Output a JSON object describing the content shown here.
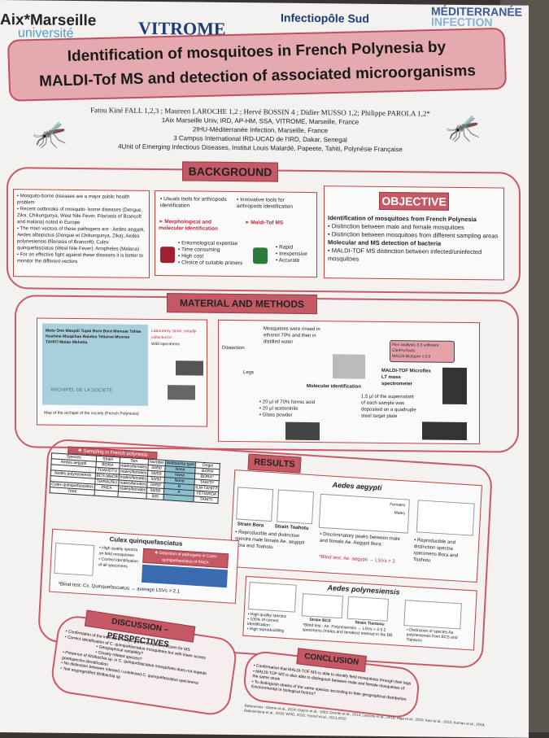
{
  "logos": [
    "Aix*Marseille",
    "université",
    "VITROME",
    "Infectiopôle Sud",
    "MÉDITERRANÉE",
    "INFECTION"
  ],
  "title": [
    "Identification of mosquitoes in French Polynesia by",
    "MALDI-Tof MS and detection of associated microorganisms"
  ],
  "authors": "Fatou Kiné FALL 1,2,3 ; Maureen LAROCHE 1,2 ; Hervé BOSSIN 4 ; Didier MUSSO 1,2; Philippe PAROLA 1,2*",
  "affiliations": [
    "1Aix Marseille Univ, IRD, AP-HM, SSA, VITROME, Marseille, France",
    "2IHU-Méditerranée Infection, Marseille, France",
    "3 Campus International IRD-UCAD de l'IRD, Dakar, Senegal",
    "4Unit of Emerging Infectious Diseases, Institut Louis Malardé, Papeete, Tahiti, Polynésie Française"
  ],
  "background": {
    "header": "BACKGROUND",
    "left": [
      "• Mosquito-borne diseases are a major public health problem",
      "• Recent outbreaks of mosquito- borne diseases (Dengue, Zika, Chikungunya, West Nile Fever, Filariasis of Brancoft and malaria) noted in Europe",
      "• The main vectors of these pathogens are : Aedes aegypti, Aedes albopictus (Dengue et Chikungunya, Zika); Aedes polynesiensis (filariasis of Brancoft); Culex quinquefasciatus (West Nile Fever); Anopheles (Malaria)",
      "• For an effective fight against these diseases it is better to monitor the different vectors"
    ],
    "usual": "• Usuals tools for arthropods identification",
    "innov": "• Innovative tools for arthropods identification",
    "morph": "➢ Morphological and molecular identification",
    "maldi": "➢ Maldi-Tof MS",
    "cons": [
      "• Entomological expertise",
      "• Time consuming",
      "• High cost",
      "• Choice of suitable primers"
    ],
    "pros": [
      "• Rapid",
      "• Inexpensive",
      "• Accurate"
    ]
  },
  "objective": {
    "header": "OBJECTIVE",
    "h1": "Identification of mosquitoes from French Polynesia",
    "items1": [
      "• Distinction between male and female mosquitoes",
      "• Distinction between mosquitoes from different sampling areas"
    ],
    "h2": "Molecular and MS detection of bacteria",
    "items2": [
      "• MALDI-TOF MS distinction between infected/uninfected mosquitoes"
    ]
  },
  "methods": {
    "header": "MATERIAL AND METHODS",
    "islands": [
      "Motu One",
      "Maupiti",
      "Tupai",
      "Bora Bora",
      "Manuae",
      "Tahaa",
      "Huahine",
      "Maupihaa",
      "Raiatea",
      "Tetiaroa",
      "Moorea",
      "TAHITI",
      "Maiao",
      "Mehetia"
    ],
    "archipel": "ARCHIPEL DE LA SOCIETE",
    "map_caption": "Map of the archipel of the society (French Polynesia)",
    "legend": [
      "Laboratory strain, initially collected in",
      "Wild specimens"
    ],
    "rinse": "Mosquitoes were rinsed in ethanol 70% and then in distilled water",
    "dissection": "Dissection",
    "legs": "Legs",
    "reagents": [
      "• 20 µl of 70% formic acid",
      "• 20 µl acetonitrile",
      "• Glass powder"
    ],
    "deposit": "1,5 µl of the supernatant of each sample was deposited on a quadruple steel target plate",
    "software": [
      "Flex analysis 3.3 software",
      "ClinProTools",
      "MALDI-Biotyper v.3.0"
    ],
    "maldi": "MALDI-TOF Microflex LT mass spectrometer",
    "molecular": "Molecular identification"
  },
  "results": {
    "header": "RESULTS",
    "sampling": "❖ Sampling in French polynesia",
    "table_head": [
      "Species",
      "Strain",
      "Sex",
      "Number",
      "Wolbachia type",
      "Origin"
    ],
    "table_rows": [
      [
        "Aedes aegypti",
        "BORA",
        "males/females",
        "50/50",
        "None",
        "BORA"
      ],
      [
        "",
        "TOAHOTU",
        "males/females",
        "50/50",
        "None",
        "BORA*"
      ],
      [
        "Aedes polynesiensis",
        "BCS-WaCB",
        "males/females",
        "50/50",
        "None",
        "TAHITI*"
      ],
      [
        "",
        "TIARAUSU",
        "males/females",
        "50/50",
        "B",
        "ILM-TAHITI*"
      ],
      [
        "Culex quinquefasciatus",
        "PAEA",
        "males/females",
        "50/50",
        "A",
        "TETIAROA"
      ],
      [
        "Total",
        "",
        "",
        "500",
        "",
        "TAHITI"
      ]
    ],
    "aegypti": {
      "title": "Aedes aegypti",
      "bora": "Strain Bora",
      "toahotu": "Strain Toahotu",
      "b1": "• Reproducible and distinction spectra male female Ae. aegypti Bora and Toahotu",
      "b2": "• Discriminatory peaks between male and female Ae. Aegypti Bora",
      "blind": "*Blind test: Ae. aegypti → LSVs > 2",
      "b3": "• Reproducible and distinction spectra specimens Bora and Toahotu",
      "legend": [
        "Females",
        "Males"
      ]
    },
    "culex": {
      "title": "Culex quinquefasciatus",
      "bullets": [
        "• High quality spectra on field mosquitoes",
        "• Correct identification of all specimens"
      ],
      "pathogens": "❖ Detection of pathogens in Culex quinquefasciatus of PAEA",
      "blind": "*Blind test: Cx. Quinquefasciatus → average LSVs > 2.1"
    },
    "poly": {
      "title": "Aedes polynesiensis",
      "bullets": [
        "• High quality spectra",
        "• 100% of correct identification",
        "• High reproducibility"
      ],
      "bcs": "Strain BCS",
      "tiarausu": "Strain Tiarausu",
      "blind": "*Blind test : Ae. Polynesiensis → LSVs > 2.5 2 specimens (males and females) entered in the DB",
      "distinction": "• Distinction of species Ae. polynesiensis from BCS and Tiarausu"
    }
  },
  "discussion": {
    "header": "DISCUSSION – PERSPECTIVES",
    "items": [
      "• Confirmation of the interest of keeping the mosquitoes frozen for MS",
      "• Correct identification of C. quinquefasciatus mosquitoes but with lower scores",
      "• Geographical variability?",
      "• Closely related species?",
      "• Presence of Wolbachia sp. in C. quinquefasciatus mosquitoes does not impede goodspecies identification",
      "• No distinction between infected / uninfected C. quinquefasciatus specimens",
      "• Test engorged/fed Wolbachia sp"
    ]
  },
  "conclusion": {
    "header": "CONCLUSION",
    "items": [
      "• Confirmation that MALDI-TOF MS is able to identify field mosquitoes through their legs",
      "• MALDI-TOF MS is also able to distinguish between male and female mosquitoes of the same strain",
      "• To distinguish strains of the same species according to their geographical distribution. Environmental or biological factors?"
    ],
    "refs": "References : Dieme et al., 2014; Dupon et al., 1993; Dvorak et al., 2014; Laroche et al., 2018; Higa et al., 2010; Kaci et al., 2010; Kuman et al., 2018; Rakotonirina et al., 2018; WHO, 2016; Yssouf et al., 2013,2016"
  },
  "colors": {
    "accent": "#c55a66",
    "title_bg": "#e5aab0"
  }
}
